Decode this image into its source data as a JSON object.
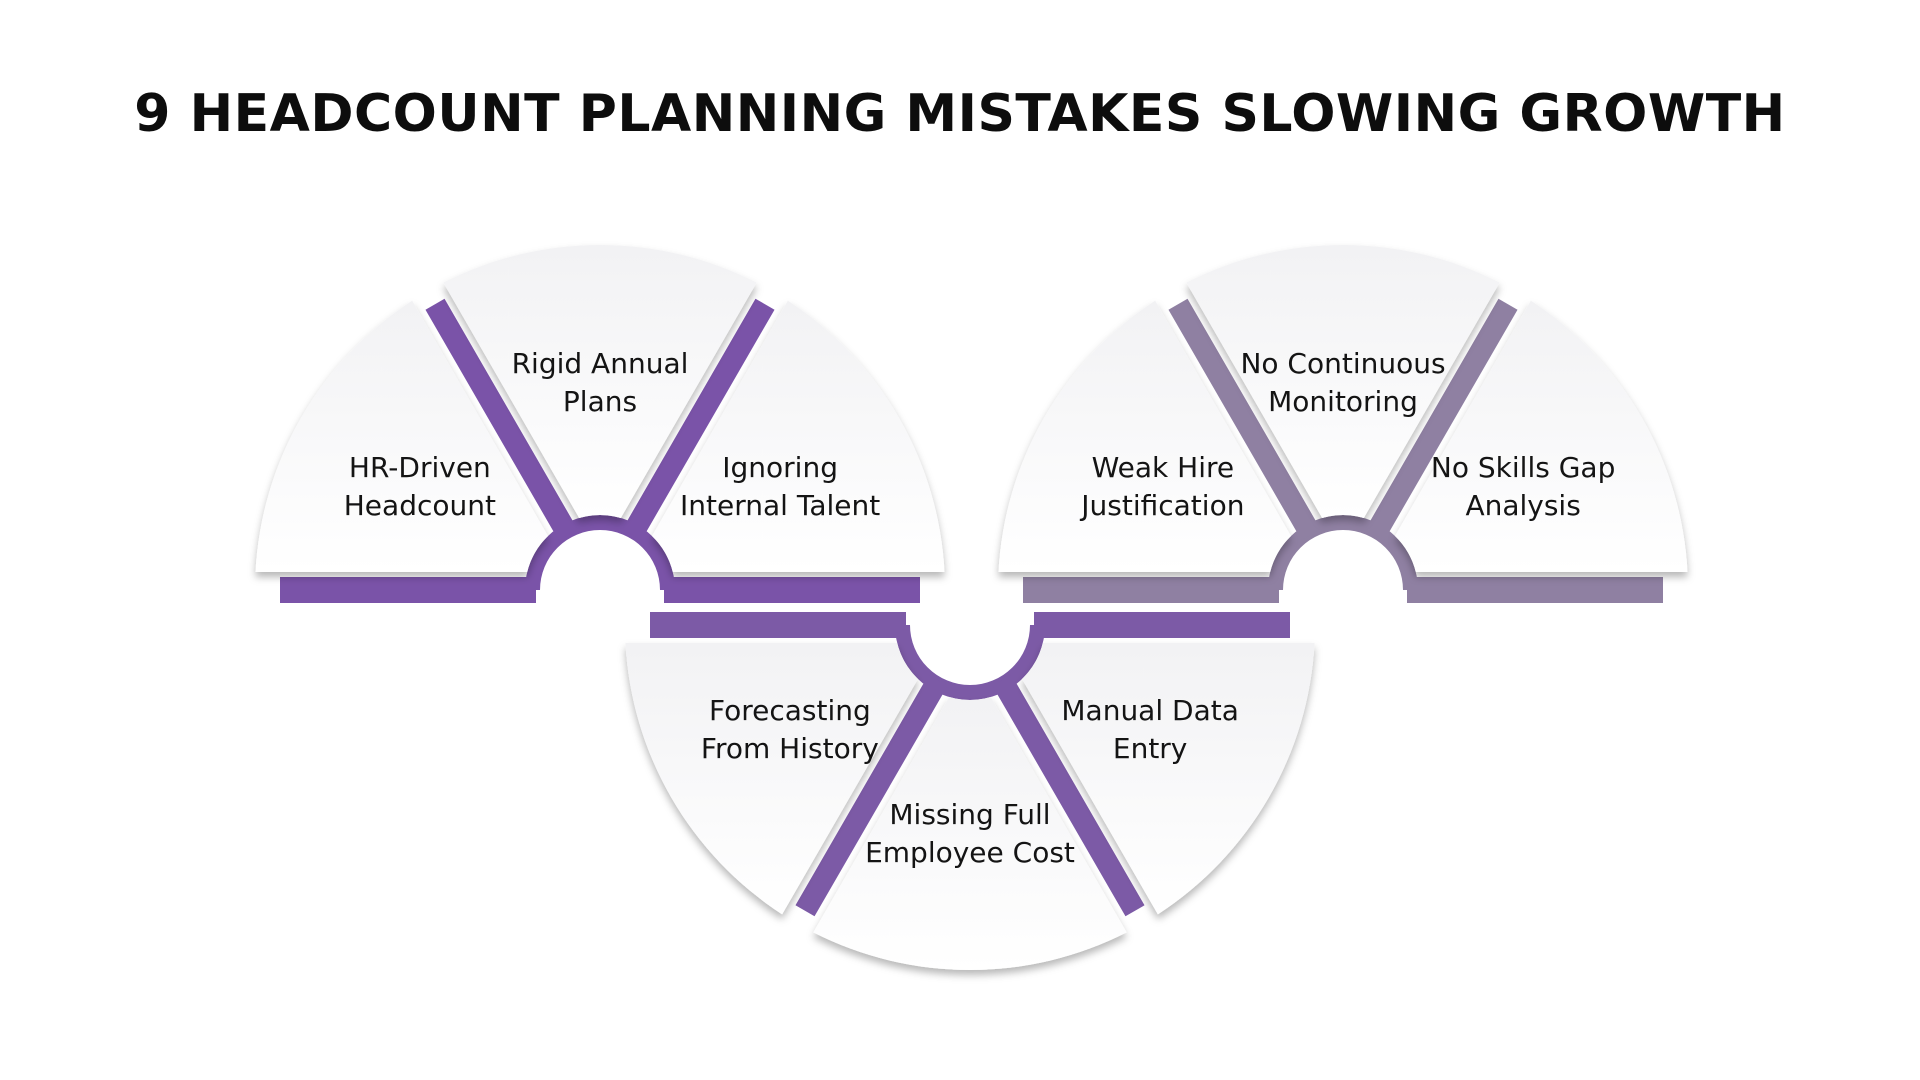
{
  "title": "9 HEADCOUNT PLANNING MISTAKES SLOWING GROWTH",
  "colors": {
    "background": "#ffffff",
    "title_text": "#0d0d0d",
    "segment_fill": "#f7f7f8",
    "label_text": "#141414",
    "band_left": "#7a53a8",
    "band_center": "#7c5aa6",
    "band_right": "#8f80a2"
  },
  "groups": [
    {
      "id": "left",
      "segments": [
        {
          "id": "hr-driven-headcount",
          "lines": [
            "HR-Driven",
            "Headcount"
          ]
        },
        {
          "id": "rigid-annual-plans",
          "lines": [
            "Rigid Annual",
            "Plans"
          ]
        },
        {
          "id": "ignoring-internal-talent",
          "lines": [
            "Ignoring",
            "Internal Talent"
          ]
        }
      ]
    },
    {
      "id": "center",
      "segments": [
        {
          "id": "forecasting-from-history",
          "lines": [
            "Forecasting",
            "From History"
          ]
        },
        {
          "id": "missing-full-employee-cost",
          "lines": [
            "Missing Full",
            "Employee Cost"
          ]
        },
        {
          "id": "manual-data-entry",
          "lines": [
            "Manual Data",
            "Entry"
          ]
        }
      ]
    },
    {
      "id": "right",
      "segments": [
        {
          "id": "weak-hire-justification",
          "lines": [
            "Weak Hire",
            "Justification"
          ]
        },
        {
          "id": "no-continuous-monitoring",
          "lines": [
            "No Continuous",
            "Monitoring"
          ]
        },
        {
          "id": "no-skills-gap-analysis",
          "lines": [
            "No Skills Gap",
            "Analysis"
          ]
        }
      ]
    }
  ]
}
